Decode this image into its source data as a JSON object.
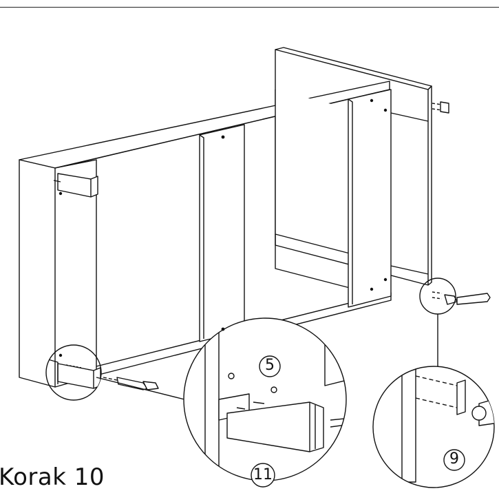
{
  "step_label": "Korak 10",
  "callouts": {
    "screw_part": "5",
    "leg_part": "11",
    "cap_part": "9"
  }
}
